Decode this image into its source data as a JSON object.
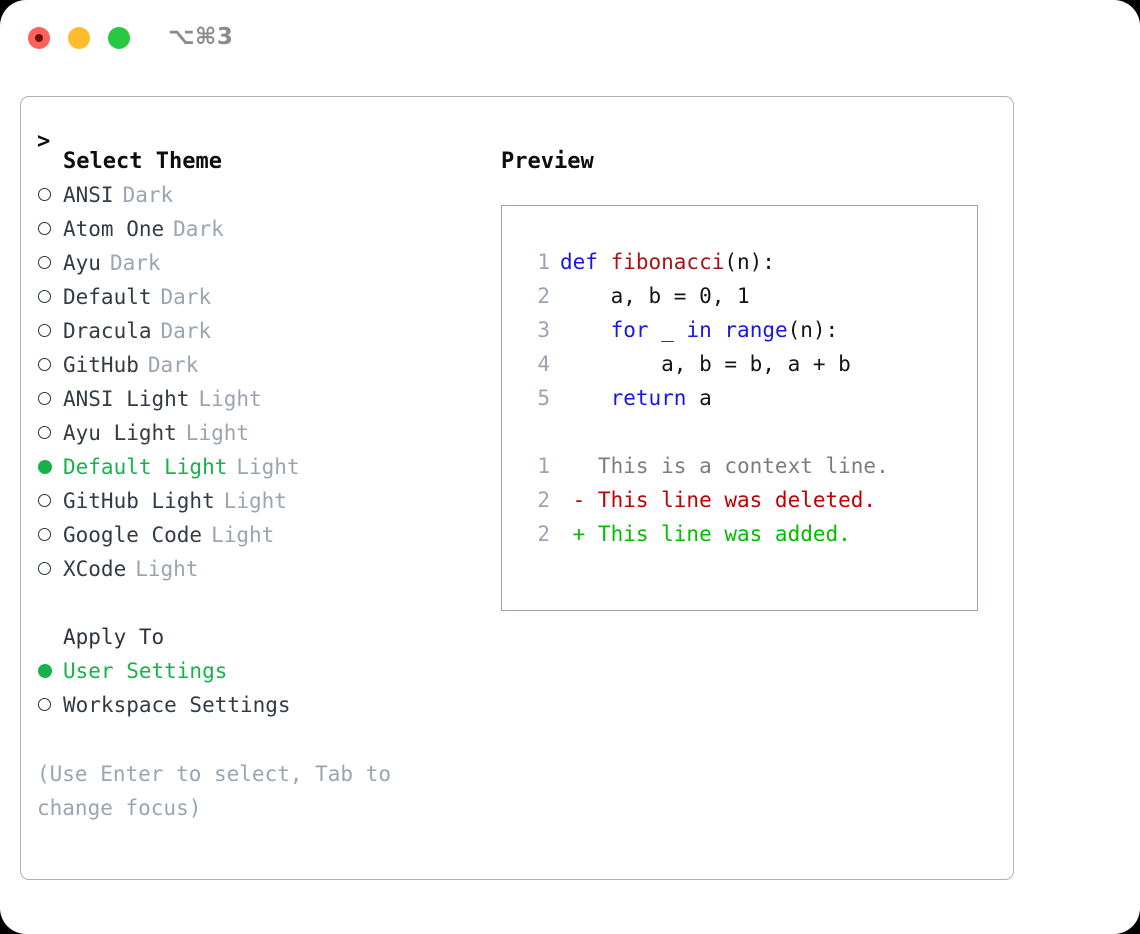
{
  "titlebar": {
    "shortcut": "⌥⌘3",
    "buttons": [
      {
        "name": "close",
        "color": "#ff6159"
      },
      {
        "name": "minimize",
        "color": "#ffbd2e"
      },
      {
        "name": "maximize",
        "color": "#28c840"
      }
    ]
  },
  "theme_list": {
    "header": "Select Theme",
    "header_marker": ">",
    "items": [
      {
        "marker": "o",
        "label": "ANSI",
        "category": "Dark",
        "selected": false
      },
      {
        "marker": "o",
        "label": "Atom One",
        "category": "Dark",
        "selected": false
      },
      {
        "marker": "o",
        "label": "Ayu",
        "category": "Dark",
        "selected": false
      },
      {
        "marker": "o",
        "label": "Default",
        "category": "Dark",
        "selected": false
      },
      {
        "marker": "o",
        "label": "Dracula",
        "category": "Dark",
        "selected": false
      },
      {
        "marker": "o",
        "label": "GitHub",
        "category": "Dark",
        "selected": false
      },
      {
        "marker": "o",
        "label": "ANSI Light",
        "category": "Light",
        "selected": false
      },
      {
        "marker": "o",
        "label": "Ayu Light",
        "category": "Light",
        "selected": false
      },
      {
        "marker": "●",
        "label": "Default Light",
        "category": "Light",
        "selected": true
      },
      {
        "marker": "o",
        "label": "GitHub Light",
        "category": "Light",
        "selected": false
      },
      {
        "marker": "o",
        "label": "Google Code",
        "category": "Light",
        "selected": false
      },
      {
        "marker": "o",
        "label": "XCode",
        "category": "Light",
        "selected": false
      }
    ]
  },
  "apply_to": {
    "header": "Apply To",
    "options": [
      {
        "marker": "●",
        "label": "User Settings",
        "selected": true
      },
      {
        "marker": "o",
        "label": "Workspace Settings",
        "selected": false
      }
    ]
  },
  "hint": "(Use Enter to select, Tab to change focus)",
  "preview": {
    "title": "Preview",
    "code_lines": [
      {
        "no": "1",
        "tokens": [
          {
            "t": "def ",
            "k": "kw"
          },
          {
            "t": "fibonacci",
            "k": "fn"
          },
          {
            "t": "(n):",
            "k": "pl"
          }
        ]
      },
      {
        "no": "2",
        "tokens": [
          {
            "t": "    a, b = 0, 1",
            "k": "pl"
          }
        ]
      },
      {
        "no": "3",
        "tokens": [
          {
            "t": "    ",
            "k": "pl"
          },
          {
            "t": "for",
            "k": "kw"
          },
          {
            "t": " _ ",
            "k": "pl"
          },
          {
            "t": "in",
            "k": "kw"
          },
          {
            "t": " ",
            "k": "pl"
          },
          {
            "t": "range",
            "k": "bi"
          },
          {
            "t": "(n):",
            "k": "pl"
          }
        ]
      },
      {
        "no": "4",
        "tokens": [
          {
            "t": "        a, b = b, a + b",
            "k": "pl"
          }
        ]
      },
      {
        "no": "5",
        "tokens": [
          {
            "t": "    ",
            "k": "pl"
          },
          {
            "t": "return",
            "k": "kw"
          },
          {
            "t": " a",
            "k": "pl"
          }
        ]
      }
    ],
    "diff_lines": [
      {
        "no": "1",
        "sign": " ",
        "text": " This is a context line.",
        "kind": "ctx"
      },
      {
        "no": "2",
        "sign": "-",
        "text": " This line was deleted.",
        "kind": "del"
      },
      {
        "no": "2",
        "sign": "+",
        "text": " This line was added.",
        "kind": "add"
      }
    ]
  },
  "colors": {
    "accent_green": "#18b24b",
    "muted_gray": "#9aa5b1",
    "text": "#333b44",
    "keyword_blue": "#1717e8",
    "function_red": "#a81414",
    "diff_del_red": "#c00000",
    "diff_add_green": "#00bf00",
    "panel_border": "#aab3c0",
    "preview_border": "#98a3b3"
  }
}
